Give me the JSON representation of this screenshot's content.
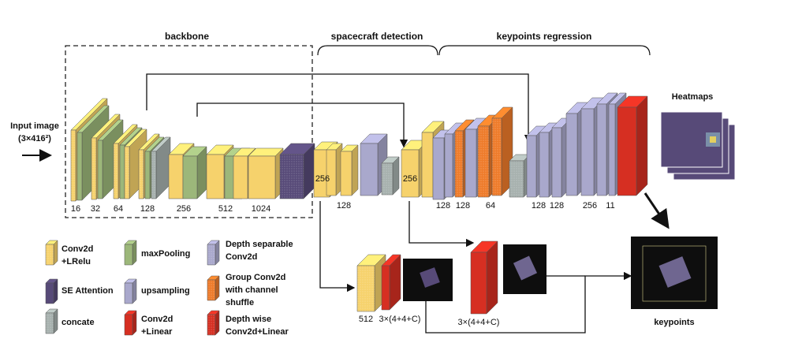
{
  "sections": {
    "backbone": "backbone",
    "detection": "spacecraft detection",
    "regression": "keypoints regression"
  },
  "input": {
    "line1": "Input image",
    "line2": "(3×416²)"
  },
  "heatmaps_label": "Heatmaps",
  "keypoints_label": "keypoints",
  "channel_labels": {
    "c16": "16",
    "c32": "32",
    "c64": "64",
    "c128": "128",
    "c256": "256",
    "c512": "512",
    "c1024": "1024",
    "det256": "256",
    "det128": "128",
    "det256b": "256",
    "r128a": "128",
    "r128b": "128",
    "r64": "64",
    "r128c": "128",
    "r128d": "128",
    "r256": "256",
    "r11": "11",
    "b512": "512",
    "b3a": "3×(4+4+C)",
    "b3b": "3×(4+4+C)"
  },
  "legend": {
    "conv_lrelu_1": "Conv2d",
    "conv_lrelu_2": "+LRelu",
    "se": "SE Attention",
    "concat": "concate",
    "maxpool": "maxPooling",
    "upsample": "upsampling",
    "conv_linear_1": "Conv2d",
    "conv_linear_2": "+Linear",
    "dsep_1": "Depth separable",
    "dsep_2": "Conv2d",
    "group_1": "Group Conv2d",
    "group_2": "with channel",
    "group_3": "shuffle",
    "dwise_1": "Depth wise",
    "dwise_2": "Conv2d+Linear"
  },
  "colors": {
    "yellow": "#F6D26C",
    "green": "#9CB77A",
    "purple": "#574A78",
    "lavender": "#A9A8CC",
    "gray": "#A7B1AE",
    "red": "#D62F22",
    "orange": "#EE7B2A",
    "dark": "#0E0E0E",
    "heatmap": "#5A4A7E"
  }
}
